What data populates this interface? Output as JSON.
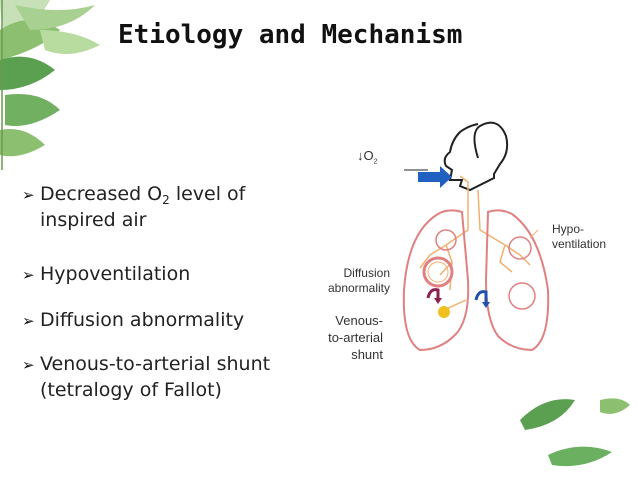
{
  "slide": {
    "title": "Etiology and Mechanism",
    "bullets": [
      {
        "line1_pre": "Decreased O",
        "line1_sub": "2",
        "line1_post": " level of",
        "line2": "inspired air"
      },
      {
        "line1": "Hypoventilation"
      },
      {
        "line1": "Diffusion abnormality"
      },
      {
        "line1": "Venous-to-arterial shunt",
        "line2": "(tetralogy of Fallot)"
      }
    ],
    "bullet_marker": "➢"
  },
  "diagram": {
    "o2_label": {
      "arrow": "↓",
      "text": "O",
      "sub": "2"
    },
    "hypoventilation_label": [
      "Hypo-",
      "ventilation"
    ],
    "diffusion_label": [
      "Diffusion",
      "abnormality"
    ],
    "shunt_label": [
      "Venous-",
      "to-arterial",
      "shunt"
    ],
    "colors": {
      "lung_outline": "#e08080",
      "airway": "#f0b070",
      "head_outline": "#222222",
      "airflow_arrow": "#2060c0",
      "shunt_venous": "#8a2050",
      "shunt_arterial": "#2050b0",
      "shunt_node": "#f0c020",
      "leaf_green": "#4a9a4a"
    }
  }
}
